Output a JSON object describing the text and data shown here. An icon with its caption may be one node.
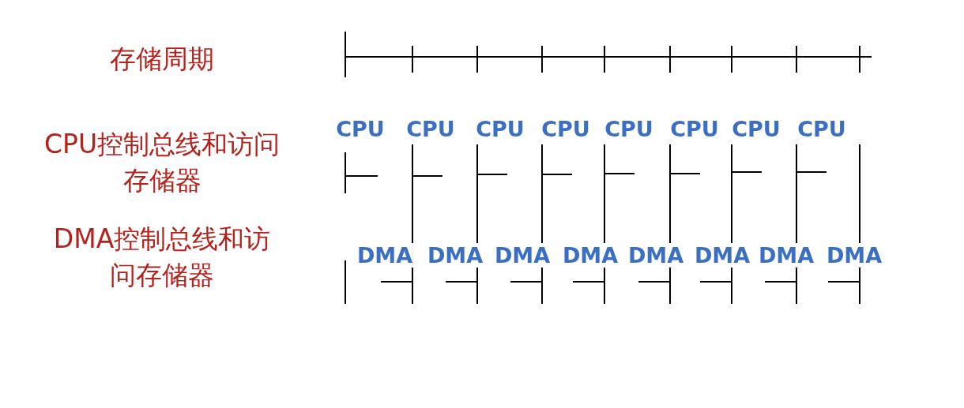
{
  "diagram": {
    "labels": [
      "存储周期",
      "CPU控制总线和访问存储器",
      "DMA控制总线和访问存储器",
      "CPU",
      "CPU",
      "CPU",
      "CPU",
      "CPU",
      "CPU",
      "CPU",
      "CPU",
      "DMA",
      "DMA",
      "DMA",
      "DMA",
      "DMA",
      "DMA",
      "DMA",
      "DMA"
    ]
  }
}
